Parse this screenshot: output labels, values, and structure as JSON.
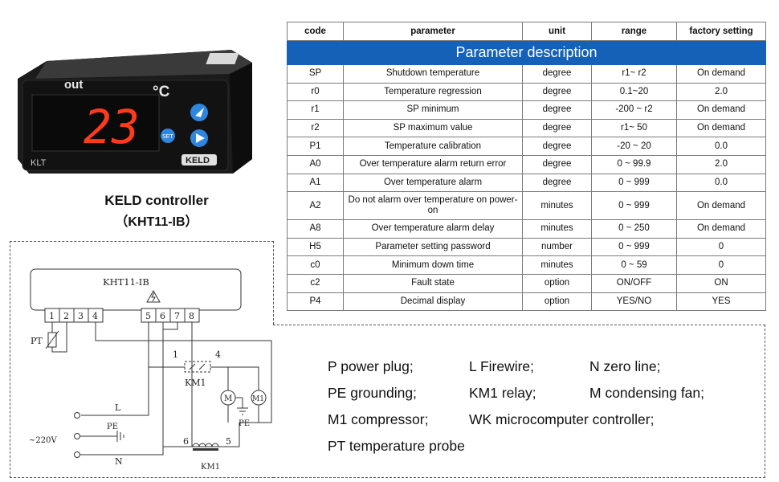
{
  "product": {
    "display_value": "23",
    "out_label": "out",
    "unit_label": "°C",
    "model_short": "KLT",
    "brand": "KELD",
    "set_button": "SET",
    "caption_line1": "KELD controller",
    "caption_line2": "（KHT11-IB）"
  },
  "table": {
    "title": "Parameter description",
    "headers": [
      "code",
      "parameter",
      "unit",
      "range",
      "factory setting"
    ],
    "rows": [
      [
        "SP",
        "Shutdown temperature",
        "degree",
        "r1~ r2",
        "On demand"
      ],
      [
        "r0",
        "Temperature regression",
        "degree",
        "0.1~20",
        "2.0"
      ],
      [
        "r1",
        "SP minimum",
        "degree",
        "-200 ~ r2",
        "On demand"
      ],
      [
        "r2",
        "SP maximum value",
        "degree",
        "r1~ 50",
        "On demand"
      ],
      [
        "P1",
        "Temperature calibration",
        "degree",
        "-20 ~ 20",
        "0.0"
      ],
      [
        "A0",
        "Over temperature alarm return error",
        "degree",
        "0 ~ 99.9",
        "2.0"
      ],
      [
        "A1",
        "Over temperature alarm",
        "degree",
        "0 ~ 999",
        "0.0"
      ],
      [
        "A2",
        "Do not alarm over temperature on power-on",
        "minutes",
        "0 ~ 999",
        "On demand"
      ],
      [
        "A8",
        "Over temperature alarm delay",
        "minutes",
        "0 ~ 250",
        "On demand"
      ],
      [
        "H5",
        "Parameter setting password",
        "number",
        "0 ~ 999",
        "0"
      ],
      [
        "c0",
        "Minimum down time",
        "minutes",
        "0 ~ 59",
        "0"
      ],
      [
        "c2",
        "Fault state",
        "option",
        "ON/OFF",
        "ON"
      ],
      [
        "P4",
        "Decimal display",
        "option",
        "YES/NO",
        "YES"
      ]
    ]
  },
  "diagram": {
    "controller_label": "KHT11-IB",
    "terminals": [
      "1",
      "2",
      "3",
      "4",
      "5",
      "6",
      "7",
      "8"
    ],
    "probe_label": "PT",
    "line_label": "L",
    "ground_label": "PE",
    "neutral_label": "N",
    "voltage_label": "~220V",
    "relay_label": "KM1",
    "relay_contact_left": "1",
    "relay_contact_right": "4",
    "coil_left": "6",
    "coil_right": "5",
    "coil_label": "KM1",
    "motor_m": "M",
    "motor_m1": "M1",
    "motor_ground": "PE"
  },
  "legend": {
    "row1": [
      "P power plug;",
      "L Firewire;",
      "N zero line;"
    ],
    "row2": [
      "PE grounding;",
      "KM1 relay;",
      "M condensing fan;"
    ],
    "row3": [
      "M1 compressor;",
      "WK microcomputer controller;"
    ],
    "row4": [
      "PT temperature probe"
    ]
  }
}
